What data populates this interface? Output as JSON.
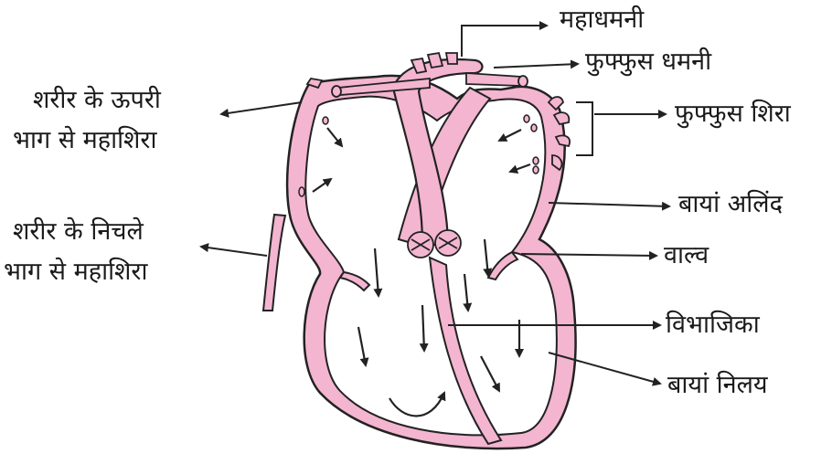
{
  "labels": {
    "aorta": "महाधमनी",
    "pulmonary_artery": "फुफ्फुस धमनी",
    "pulmonary_vein": "फुफ्फुस शिरा",
    "left_atrium": "बायां अलिंद",
    "valve": "वाल्व",
    "septum": "विभाजिका",
    "left_ventricle": "बायां निलय",
    "superior_vena_cava_line1": "शरीर के ऊपरी",
    "superior_vena_cava_line2": "भाग से महाशिरा",
    "inferior_vena_cava_line1": "शरीर के निचले",
    "inferior_vena_cava_line2": "भाग से महाशिरा"
  },
  "colors": {
    "tissue": "#f3b5d0",
    "outline": "#222222",
    "background": "#ffffff"
  }
}
